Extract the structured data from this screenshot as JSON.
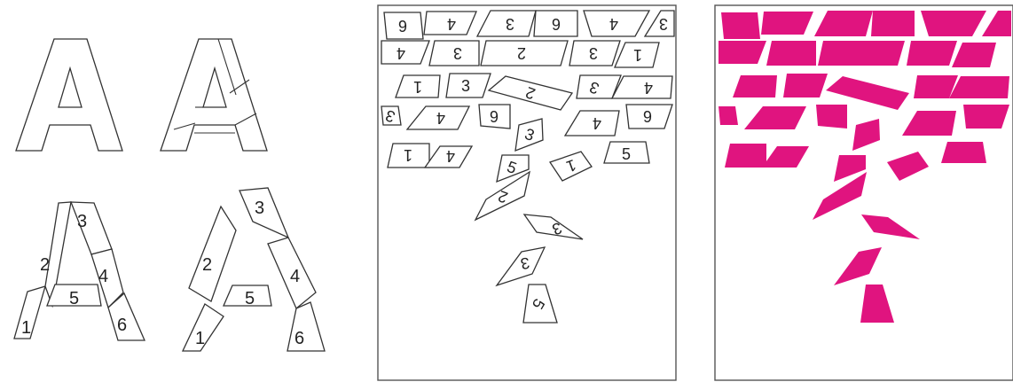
{
  "colors": {
    "line": "#333333",
    "fill": "#ffffff",
    "accent": "#e0147f"
  },
  "panel_a": {
    "piece_numbers": {
      "p1": "1",
      "p2": "2",
      "p3": "3",
      "p4": "4",
      "p5": "5",
      "p6": "6"
    }
  },
  "panel_b": {
    "row1": [
      "6",
      "4",
      "3",
      "6",
      "4",
      "3"
    ],
    "row2": [
      "4",
      "3",
      "2",
      "3",
      "1"
    ],
    "row3": [
      "1",
      "3",
      "2",
      "3",
      "4"
    ],
    "row4": [
      "3",
      "4",
      "6",
      "4",
      "6"
    ],
    "row5": [
      "3",
      "1",
      "4",
      "5",
      "1",
      "5"
    ],
    "falling": [
      "2",
      "3",
      "3",
      "5"
    ]
  }
}
